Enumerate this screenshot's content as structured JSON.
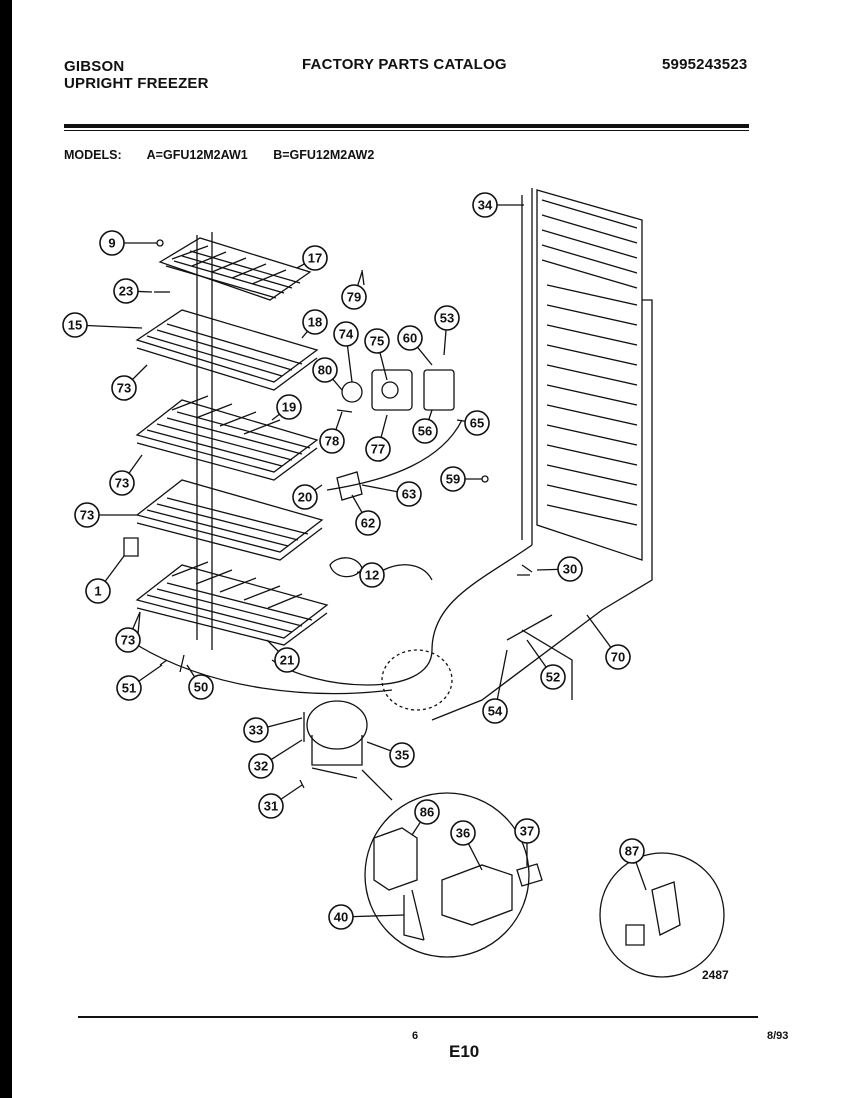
{
  "header": {
    "brand_line1": "GIBSON",
    "brand_line2": "UPRIGHT FREEZER",
    "catalog_title": "FACTORY PARTS CATALOG",
    "catalog_number": "5995243523"
  },
  "models": {
    "label": "MODELS:",
    "model_a": "A=GFU12M2AW1",
    "model_b": "B=GFU12M2AW2"
  },
  "drawing_number": "2487",
  "footer": {
    "page_number": "6",
    "section": "E10",
    "date": "8/93"
  },
  "callouts": [
    "9",
    "17",
    "23",
    "79",
    "15",
    "18",
    "74",
    "75",
    "60",
    "53",
    "73",
    "80",
    "19",
    "78",
    "77",
    "56",
    "65",
    "34",
    "73",
    "20",
    "63",
    "59",
    "73",
    "62",
    "30",
    "1",
    "12",
    "73",
    "21",
    "70",
    "52",
    "51",
    "50",
    "54",
    "33",
    "35",
    "32",
    "31",
    "86",
    "36",
    "37",
    "87",
    "40"
  ]
}
